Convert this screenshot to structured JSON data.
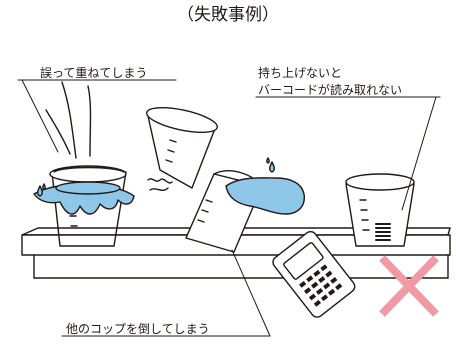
{
  "title": "（失敗事例）",
  "labels": {
    "stacked": "誤って重ねてしまう",
    "lift_line1": "持ち上げないと",
    "lift_line2": "バーコードが読み取れない",
    "knocked": "他のコップを倒してしまう"
  },
  "colors": {
    "line": "#231815",
    "water": "#8fc7e8",
    "cross": "#f09aa6",
    "tray": "#ffffff"
  },
  "icons": [
    "paper-cup-icon",
    "water-drop-icon",
    "barcode-scanner-icon",
    "cross-mark-icon"
  ]
}
